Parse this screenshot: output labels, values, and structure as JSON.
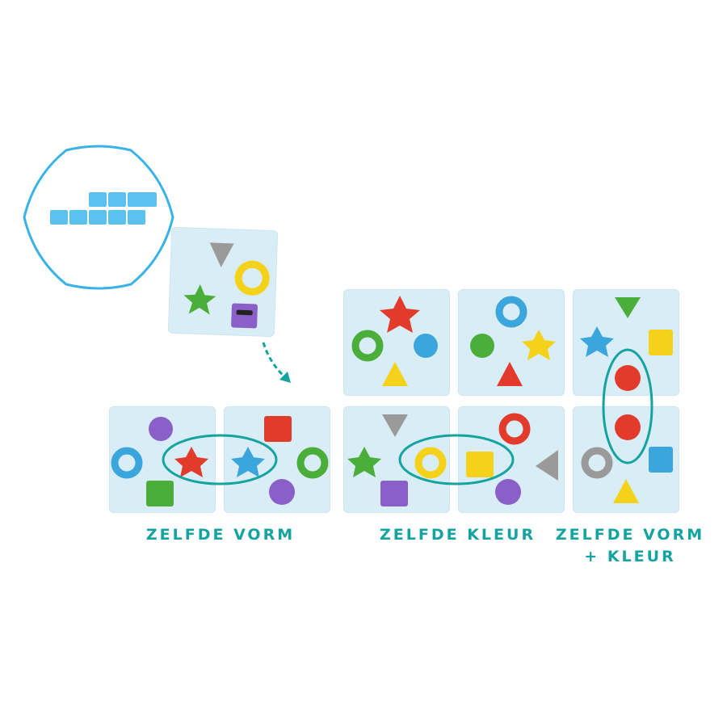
{
  "labels": {
    "same_shape": "ZELFDE VORM",
    "same_color": "ZELFDE KLEUR",
    "same_shape_color_line1": "ZELFDE VORM",
    "same_shape_color_line2": "+ KLEUR"
  },
  "colors": {
    "teal": "#14a3a0",
    "card_bg": "#d9edf6",
    "hex_blue": "#39b3e6",
    "red": "#e23b2b",
    "blue": "#3ba6dc",
    "yellow": "#f4d21a",
    "green": "#4cae3a",
    "purple": "#8b5fc8",
    "grey": "#9a9a9a"
  },
  "icons": {
    "hex_tile": "domino-chain-length-icon",
    "arrow": "arrow-icon"
  }
}
